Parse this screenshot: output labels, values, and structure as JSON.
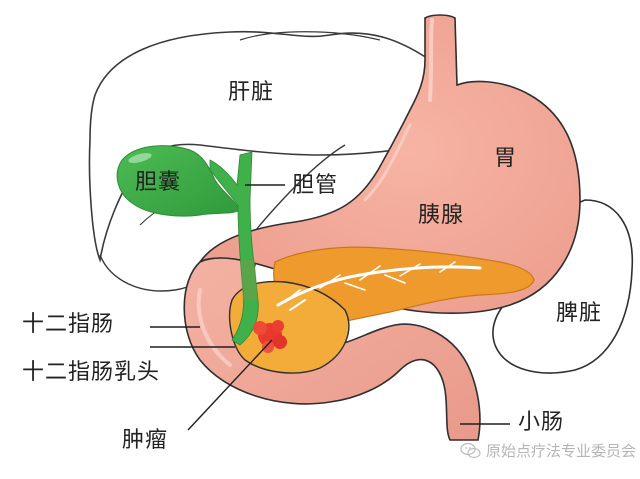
{
  "diagram": {
    "type": "anatomy-illustration",
    "subject": "胰头/十二指肠乳头区域肿瘤示意图",
    "colors": {
      "background": "#ffffff",
      "outline": "#2a2a2a",
      "stomach": "#f2a898",
      "stomach_highlight": "#f8c8bc",
      "duodenum": "#eea595",
      "pancreas": "#ee9a2c",
      "pancreas_head": "#f3ab3a",
      "gallbladder": "#3fae47",
      "bile_duct": "#40b04a",
      "tumor": "#e8392c",
      "organ_outline_fill": "#ffffff",
      "pancreatic_duct": "#ffffff"
    },
    "labels": {
      "liver": "肝脏",
      "gallbladder": "胆囊",
      "bile_duct": "胆管",
      "stomach": "胃",
      "pancreas": "胰腺",
      "spleen": "脾脏",
      "duodenum": "十二指肠",
      "duodenal_papilla": "十二指肠乳头",
      "tumor": "肿瘤",
      "small_intestine": "小肠"
    },
    "watermark": {
      "icon": "wechat-icon",
      "text": "原始点疗法专业委员会"
    }
  }
}
